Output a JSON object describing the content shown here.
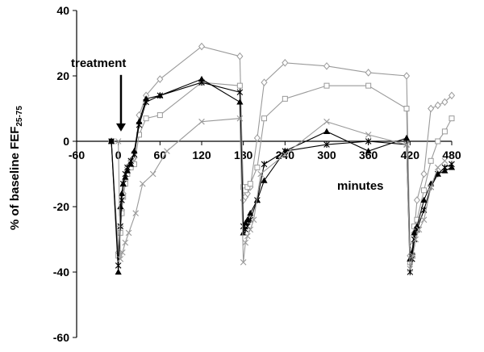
{
  "chart_data": {
    "type": "line",
    "xlabel": "minutes",
    "ylabel": "% of baseline FEF",
    "ylabel_sub": "25-75",
    "xlim": [
      -60,
      480
    ],
    "ylim": [
      -60,
      40
    ],
    "x_ticks": [
      -60,
      0,
      60,
      120,
      180,
      240,
      300,
      360,
      420,
      480
    ],
    "y_ticks": [
      -60,
      -40,
      -20,
      0,
      20,
      40
    ],
    "x_tick_labels": [
      "-60",
      "0",
      "60",
      "120",
      "180",
      "240",
      "300",
      "360",
      "420",
      "480"
    ],
    "y_tick_labels": [
      "-60",
      "-40",
      "-20",
      "0",
      "20",
      "40"
    ],
    "grid": false,
    "annotation": {
      "text": "treatment",
      "x": 5,
      "y": 24,
      "arrow_to_y": 3
    },
    "series": [
      {
        "marker": "diamond",
        "color": "#9a9a9a",
        "x": [
          -10,
          0,
          3,
          5,
          7,
          10,
          13,
          18,
          23,
          30,
          40,
          60,
          120,
          175,
          180,
          183,
          186,
          190,
          200,
          210,
          240,
          300,
          360,
          415,
          420,
          423,
          426,
          430,
          440,
          450,
          460,
          470,
          480
        ],
        "y": [
          0,
          -34,
          -26,
          -21,
          -16,
          -12,
          -8,
          -6,
          -5,
          8,
          14,
          19,
          29,
          26,
          -18,
          -17,
          -16,
          -14,
          1,
          18,
          24,
          23,
          21,
          20,
          -35,
          -32,
          -28,
          -18,
          -10,
          10,
          11,
          12,
          14
        ]
      },
      {
        "marker": "square",
        "color": "#9a9a9a",
        "x": [
          -10,
          0,
          3,
          5,
          7,
          10,
          13,
          18,
          23,
          30,
          40,
          60,
          120,
          175,
          180,
          183,
          186,
          190,
          200,
          210,
          240,
          300,
          360,
          415,
          420,
          423,
          426,
          430,
          440,
          450,
          460,
          470,
          480
        ],
        "y": [
          0,
          -35,
          -28,
          -22,
          -17,
          -13,
          -10,
          -8,
          -7,
          2,
          7,
          8,
          18,
          17,
          -14,
          -15,
          -14,
          -13,
          -8,
          7,
          13,
          17,
          17,
          10,
          -37,
          -35,
          -26,
          -24,
          -15,
          -6,
          0,
          3,
          7
        ]
      },
      {
        "marker": "triangle",
        "color": "#000000",
        "x": [
          -10,
          0,
          3,
          5,
          7,
          10,
          13,
          18,
          23,
          30,
          40,
          60,
          120,
          175,
          180,
          183,
          186,
          190,
          200,
          210,
          240,
          300,
          360,
          415,
          420,
          423,
          426,
          430,
          440,
          450,
          460,
          470,
          480
        ],
        "y": [
          0,
          -40,
          -20,
          -16,
          -13,
          -11,
          -9,
          -7,
          -3,
          6,
          13,
          14,
          19,
          12,
          -28,
          -25,
          -24,
          -22,
          -18,
          -12,
          -3,
          3,
          -3,
          1,
          -36,
          -34,
          -28,
          -26,
          -18,
          -13,
          -10,
          -9,
          -8
        ]
      },
      {
        "marker": "star",
        "color": "#000000",
        "x": [
          -10,
          0,
          3,
          5,
          7,
          10,
          13,
          18,
          23,
          30,
          40,
          60,
          120,
          175,
          180,
          183,
          186,
          190,
          200,
          210,
          240,
          300,
          360,
          415,
          420,
          423,
          426,
          430,
          440,
          450,
          460,
          470,
          480
        ],
        "y": [
          0,
          -38,
          -26,
          -18,
          -13,
          -10,
          -8,
          -6,
          -4,
          5,
          12,
          14,
          18,
          15,
          -26,
          -27,
          -26,
          -24,
          -18,
          -7,
          -3,
          -1,
          0,
          -1,
          -40,
          -36,
          -30,
          -27,
          -21,
          -14,
          -10,
          -8,
          -7
        ]
      },
      {
        "marker": "x",
        "color": "#9a9a9a",
        "x": [
          0,
          3,
          6,
          10,
          15,
          25,
          35,
          50,
          70,
          120,
          175,
          180,
          183,
          186,
          190,
          195,
          205,
          240,
          300,
          360,
          415,
          420,
          424,
          428,
          433,
          440,
          450,
          460,
          470
        ],
        "y": [
          0,
          -36,
          -34,
          -31,
          -28,
          -22,
          -13,
          -10,
          -3,
          6,
          7,
          -37,
          -31,
          -29,
          -27,
          -24,
          -10,
          -4,
          6,
          2,
          -1,
          -39,
          -35,
          -30,
          -27,
          -24,
          -14,
          -8,
          -6
        ]
      }
    ]
  }
}
